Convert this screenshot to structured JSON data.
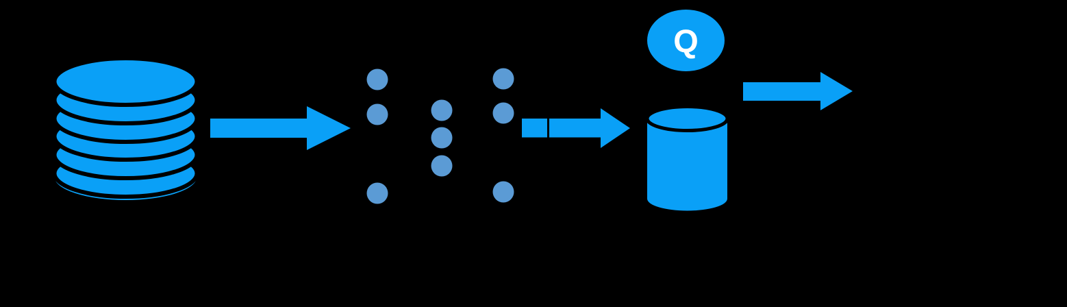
{
  "background": "#000000",
  "colors": {
    "accent": "#0AA0F7",
    "node_dot": "#5B9BD5",
    "outline": "#000000",
    "label_on_accent": "#FFFFFF"
  },
  "diagram": {
    "query_label": "Q",
    "elements": [
      {
        "name": "database-stack-icon",
        "type": "database-disk-stack",
        "disk_separators": 6
      },
      {
        "name": "flow-arrow-1",
        "type": "arrow-right"
      },
      {
        "name": "neural-network-icon",
        "type": "dot-columns",
        "dots_total": 9,
        "columns": [
          3,
          3,
          3
        ]
      },
      {
        "name": "arrow-segment",
        "type": "notched-shaft-segment"
      },
      {
        "name": "flow-arrow-2",
        "type": "arrow-right"
      },
      {
        "name": "query-bubble",
        "type": "ellipse-with-label",
        "label": "Q"
      },
      {
        "name": "vector-db-cylinder-icon",
        "type": "cylinder"
      },
      {
        "name": "flow-arrow-3",
        "type": "arrow-right"
      }
    ]
  }
}
